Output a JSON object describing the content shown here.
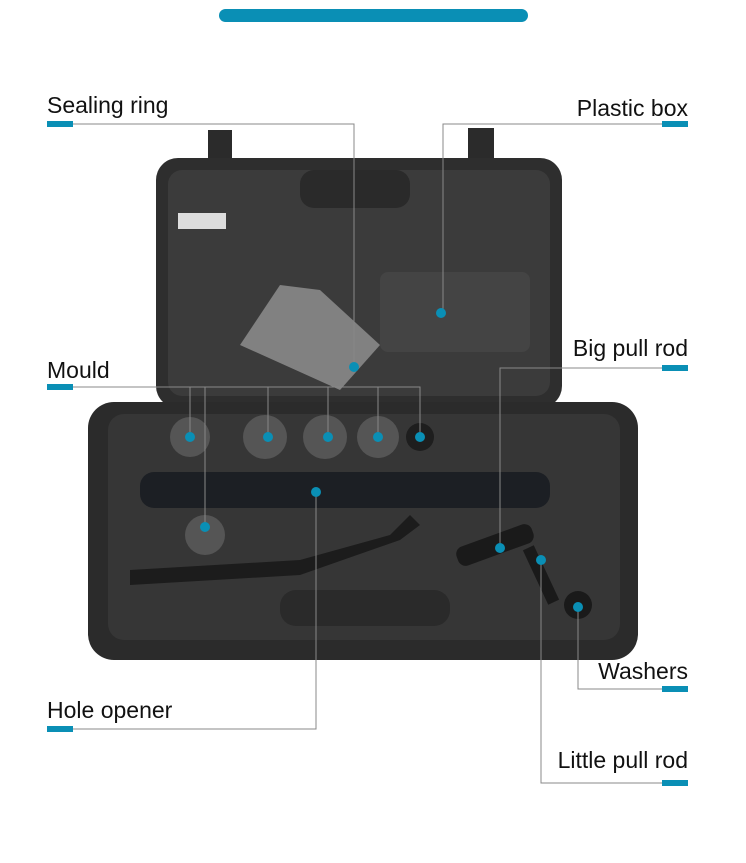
{
  "accent_color": "#0a8fb5",
  "labels": {
    "sealing_ring": "Sealing ring",
    "plastic_box": "Plastic box",
    "mould": "Mould",
    "big_pull_rod": "Big pull rod",
    "hole_opener": "Hole opener",
    "washers": "Washers",
    "little_pull_rod": "Little pull rod"
  }
}
